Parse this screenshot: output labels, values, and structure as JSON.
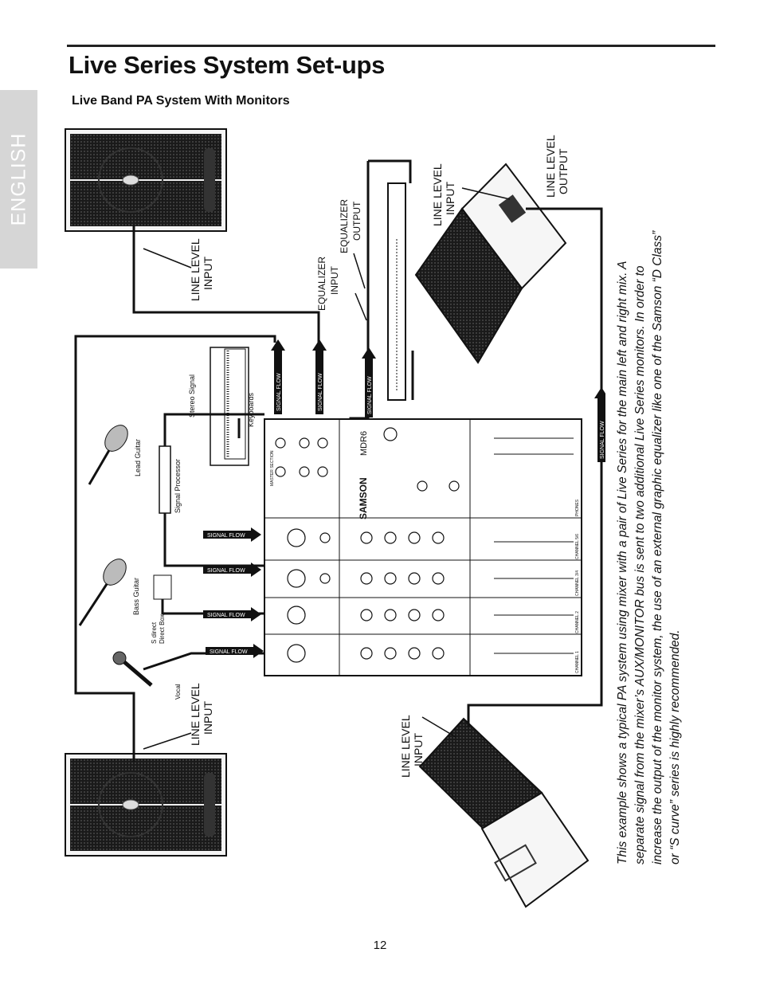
{
  "page": {
    "title": "Live Series System Set-ups",
    "subtitle": "Live Band PA System With Monitors",
    "language_tab": "ENGLISH",
    "page_number": "12"
  },
  "diagram": {
    "labels": {
      "line_level_input": [
        "LINE LEVEL",
        "INPUT"
      ],
      "line_level_output": [
        "LINE LEVEL",
        "OUTPUT"
      ],
      "equalizer_input": [
        "EQUALIZER",
        "INPUT"
      ],
      "equalizer_output": [
        "EQUALIZER",
        "OUTPUT"
      ],
      "signal_flow": "SIGNAL FLOW",
      "stereo_signal": "Stereo Signal",
      "keyboards": "Keyboards",
      "lead_guitar": "Lead Guitar",
      "signal_processor": "Signal Processor",
      "bass_guitar": "Bass Guitar",
      "direct_box": [
        "S direct",
        "Direct Box"
      ],
      "vocal": "Vocal"
    },
    "mixer": {
      "brand": "SAMSON",
      "model": "MDR6",
      "channels": [
        "CHANNEL 1",
        "CHANNEL 2",
        "CHANNEL 3/4",
        "CHANNEL 5/6"
      ],
      "master_section": "MASTER SECTION",
      "phones": "PHONES"
    },
    "colors": {
      "line": "#111111",
      "tab": "#d6d6d6"
    }
  },
  "description": "This example shows a typical PA system using mixer with a pair of Live Series for the main left and right mix. A separate signal from the mixer’s AUX/MONITOR bus is sent to two additional Live Series monitors. In order to increase the output of the monitor system, the use of an external graphic equalizer like one of the Samson “D Class” or “S curve” series is highly recommended."
}
